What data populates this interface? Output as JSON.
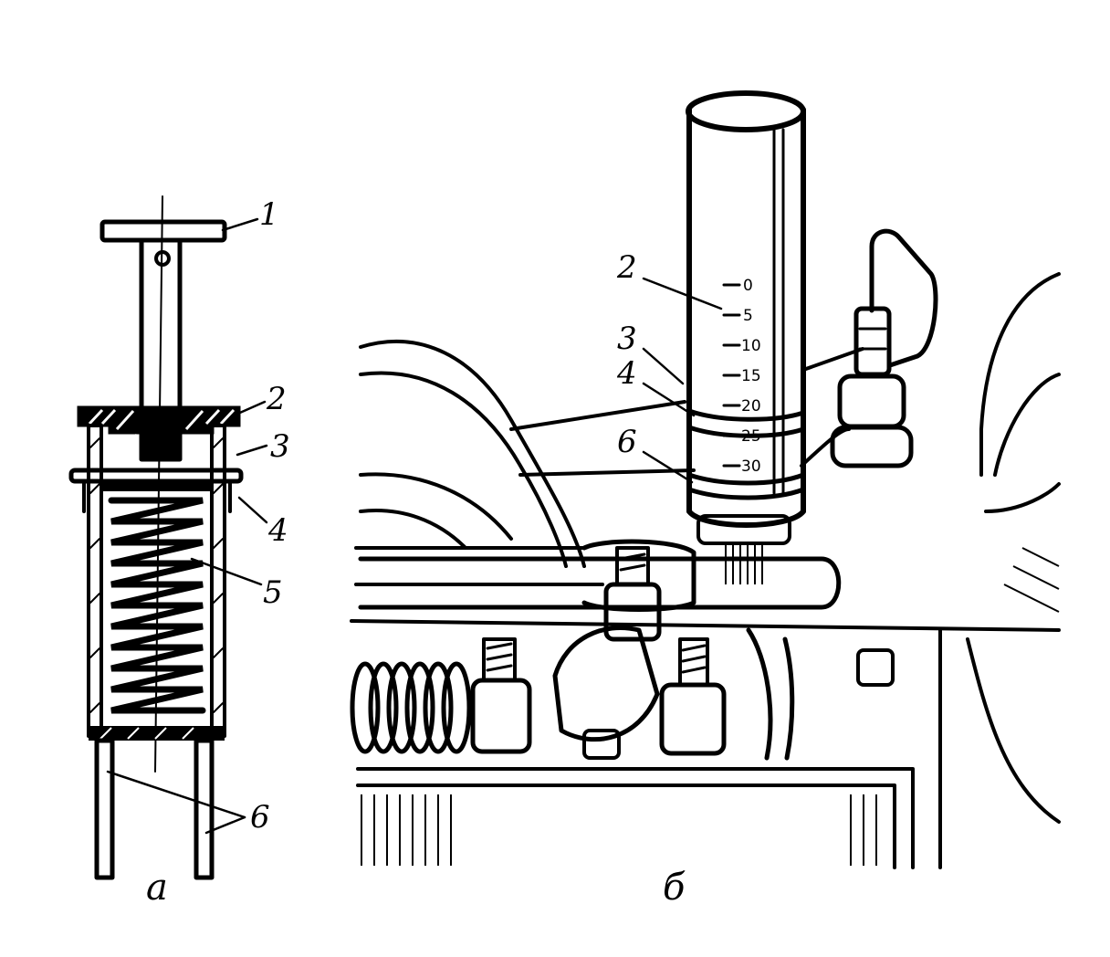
{
  "colors": {
    "ink": "#000000",
    "paper": "#ffffff"
  },
  "panel_a": {
    "panel_label": "а",
    "callouts": [
      "1",
      "2",
      "3",
      "4",
      "5",
      "6"
    ]
  },
  "panel_b": {
    "panel_label": "б",
    "callouts": [
      "2",
      "3",
      "4",
      "6"
    ],
    "scale_ticks": [
      "0",
      "5",
      "10",
      "15",
      "20",
      "25",
      "30"
    ]
  }
}
